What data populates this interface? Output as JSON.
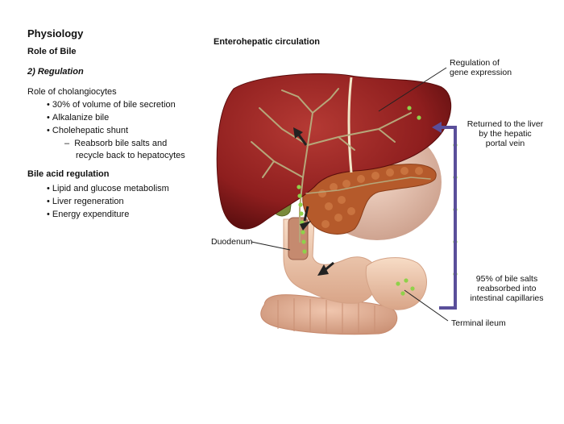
{
  "left": {
    "title": "Physiology",
    "subtitle": "Role of Bile",
    "section": "2) Regulation",
    "cholangiocytes_heading": "Role of cholangiocytes",
    "cholangiocyte_bullets": [
      "30% of volume of bile secretion",
      "Alkalanize bile",
      "Cholehepatic shunt"
    ],
    "shunt_sub": [
      "Reabsorb bile salts and",
      "recycle back to hepatocytes"
    ],
    "bile_acid_heading": "Bile acid regulation",
    "bile_acid_bullets": [
      "Lipid and glucose metabolism",
      "Liver regeneration",
      "Energy expenditure"
    ]
  },
  "diagram": {
    "title": "Enterohepatic circulation",
    "labels": {
      "gene_expression": [
        "Regulation of",
        "gene expression"
      ],
      "returned": [
        "Returned to the liver",
        "by the hepatic",
        "portal vein"
      ],
      "reabsorbed": [
        "95% of bile salts",
        "reabsorbed into",
        "intestinal capillaries"
      ],
      "duodenum": "Duodenum",
      "terminal_ileum": "Terminal ileum"
    },
    "colors": {
      "liver": "#8e1e1e",
      "pancreas": "#b55a2b",
      "intestine": "#efc8ad",
      "bile_dots": "#8fd14a",
      "portal_vein": "#5a4f9a",
      "ducts": "#b6a77a"
    }
  }
}
